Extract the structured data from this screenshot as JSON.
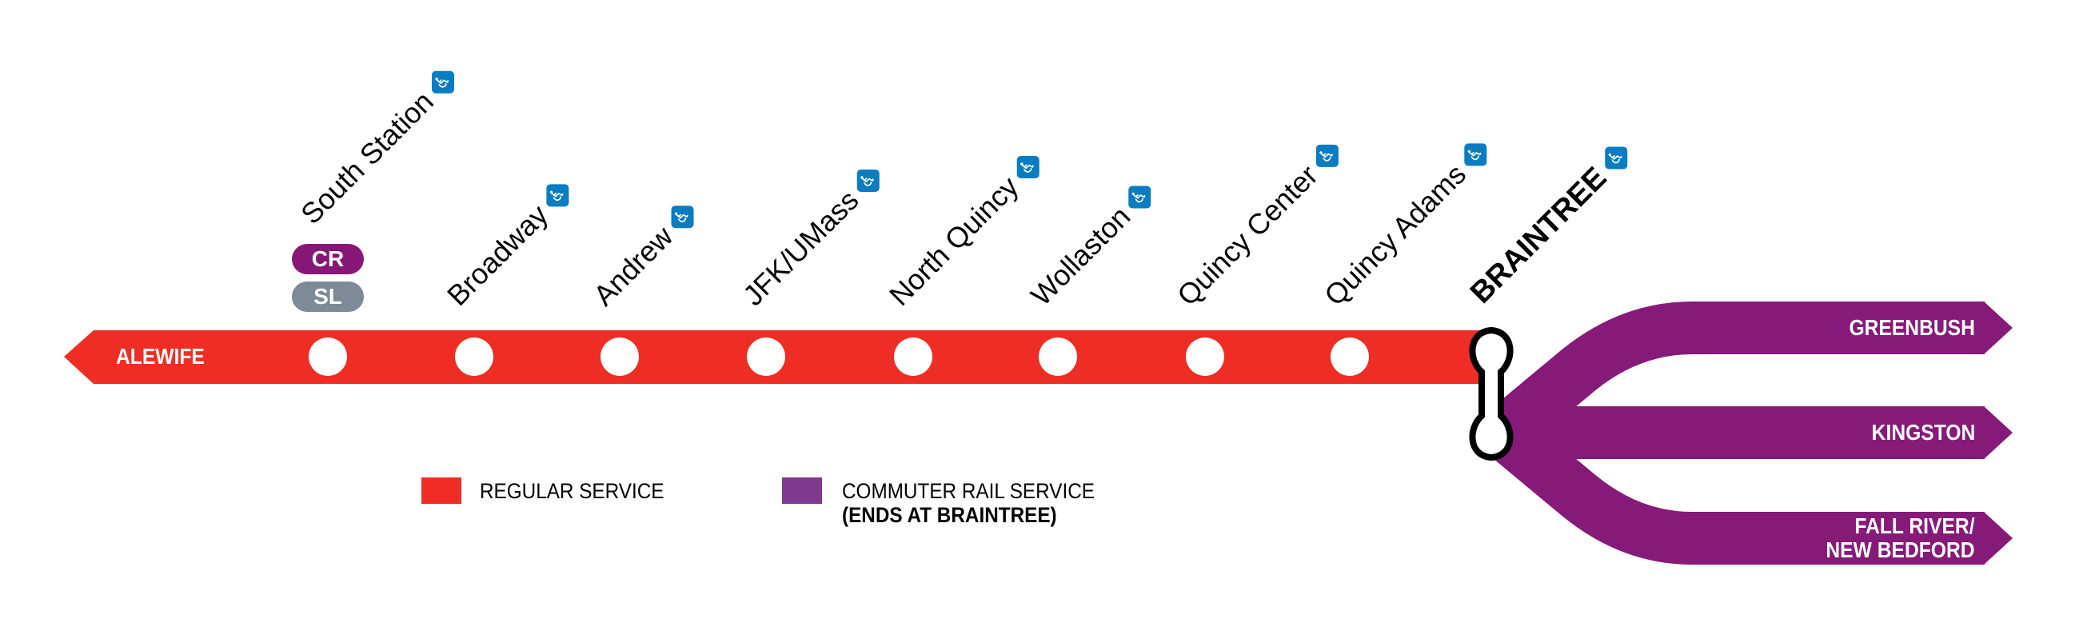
{
  "colors": {
    "red_line": "#ee2e24",
    "commuter_rail": "#861a78",
    "legend_purple": "#80398e",
    "silver_line": "#7c8a99",
    "accessible": "#0a7cc1"
  },
  "terminus_west": "ALEWIFE",
  "stations": [
    {
      "name": "South Station",
      "accessible": true,
      "connections": [
        "CR",
        "SL"
      ]
    },
    {
      "name": "Broadway",
      "accessible": true
    },
    {
      "name": "Andrew",
      "accessible": true
    },
    {
      "name": "JFK/UMass",
      "accessible": true
    },
    {
      "name": "North Quincy",
      "accessible": true
    },
    {
      "name": "Wollaston",
      "accessible": true
    },
    {
      "name": "Quincy Center",
      "accessible": true
    },
    {
      "name": "Quincy Adams",
      "accessible": true
    },
    {
      "name": "BRAINTREE",
      "accessible": true
    }
  ],
  "branches": [
    {
      "line1": "GREENBUSH"
    },
    {
      "line1": "KINGSTON"
    },
    {
      "line1": "FALL RIVER/",
      "line2": "NEW BEDFORD"
    }
  ],
  "legend": {
    "regular": "REGULAR SERVICE",
    "commuter_line1": "COMMUTER RAIL SERVICE",
    "commuter_line2": "(ENDS AT BRAINTREE)"
  }
}
